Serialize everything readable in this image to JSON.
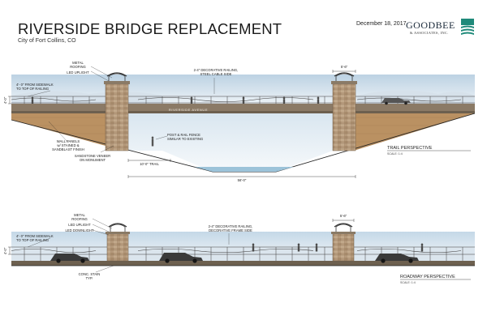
{
  "header": {
    "title": "RIVERSIDE BRIDGE REPLACEMENT",
    "subtitle": "City of Fort Collins, CO",
    "date": "December 18, 2017",
    "firm_name": "GOODBEE",
    "firm_sub": "& ASSOCIATES, INC."
  },
  "trail_view": {
    "title": "TRAIL PERSPECTIVE",
    "scale": "SCALE: 1:4",
    "deck_text": "RIVERSIDE AVENUE",
    "labels": {
      "metal_roofing": "METAL",
      "metal_roofing_2": "ROOFING",
      "led_uplight": "LED UPLIGHT",
      "sidewalk_1": "4'- 0\" FROM SIDEWALK",
      "sidewalk_2": "TO TOP OF RAILING",
      "railing_1": "2-4\" DECORATIVE RAILING,",
      "railing_2": "STEEL CABLE SIDE",
      "pier_width": "5'-6\"",
      "height_mark": "4'-0\"",
      "wall_1": "WALL PANELS",
      "wall_2": "w/ STAINED &",
      "wall_3": "SANDBLAST FINISH",
      "veneer_1": "SANDSTONE VENEER",
      "veneer_2": "ON MONUMENT",
      "fence_1": "POST & RAIL FENCE",
      "fence_2": "SIMILAR TO EXISTING",
      "trail_dim": "10'-0\" TRAIL",
      "span_dim": "56'-0\""
    }
  },
  "roadway_view": {
    "title": "ROADWAY PERSPECTIVE",
    "scale": "SCALE: 1:4",
    "labels": {
      "metal_roofing": "METAL",
      "metal_roofing_2": "ROOFING",
      "led_uplight": "LED UPLIGHT",
      "led_downlight": "LED DOWNLIGHT",
      "sidewalk_1": "4'- 0\" FROM SIDEWALK",
      "sidewalk_2": "TO TOP OF RAILING",
      "railing_1": "2-4\" DECORATIVE RAILING,",
      "railing_2": "DECORATIVE FRAME SIDE",
      "pier_width": "5'-6\"",
      "height_mark": "4'-0\"",
      "conc_1": "CONC. STAIN",
      "conc_2": "TYP."
    }
  },
  "colors": {
    "sky_top": "#c9dbe8",
    "sky_bottom": "#eef3f7",
    "stone": "#b59a7c",
    "deck": "#8a7a68",
    "wall": "#b98f5f",
    "railing": "#3c3a3a",
    "logo_teal": "#1f8a7a"
  }
}
